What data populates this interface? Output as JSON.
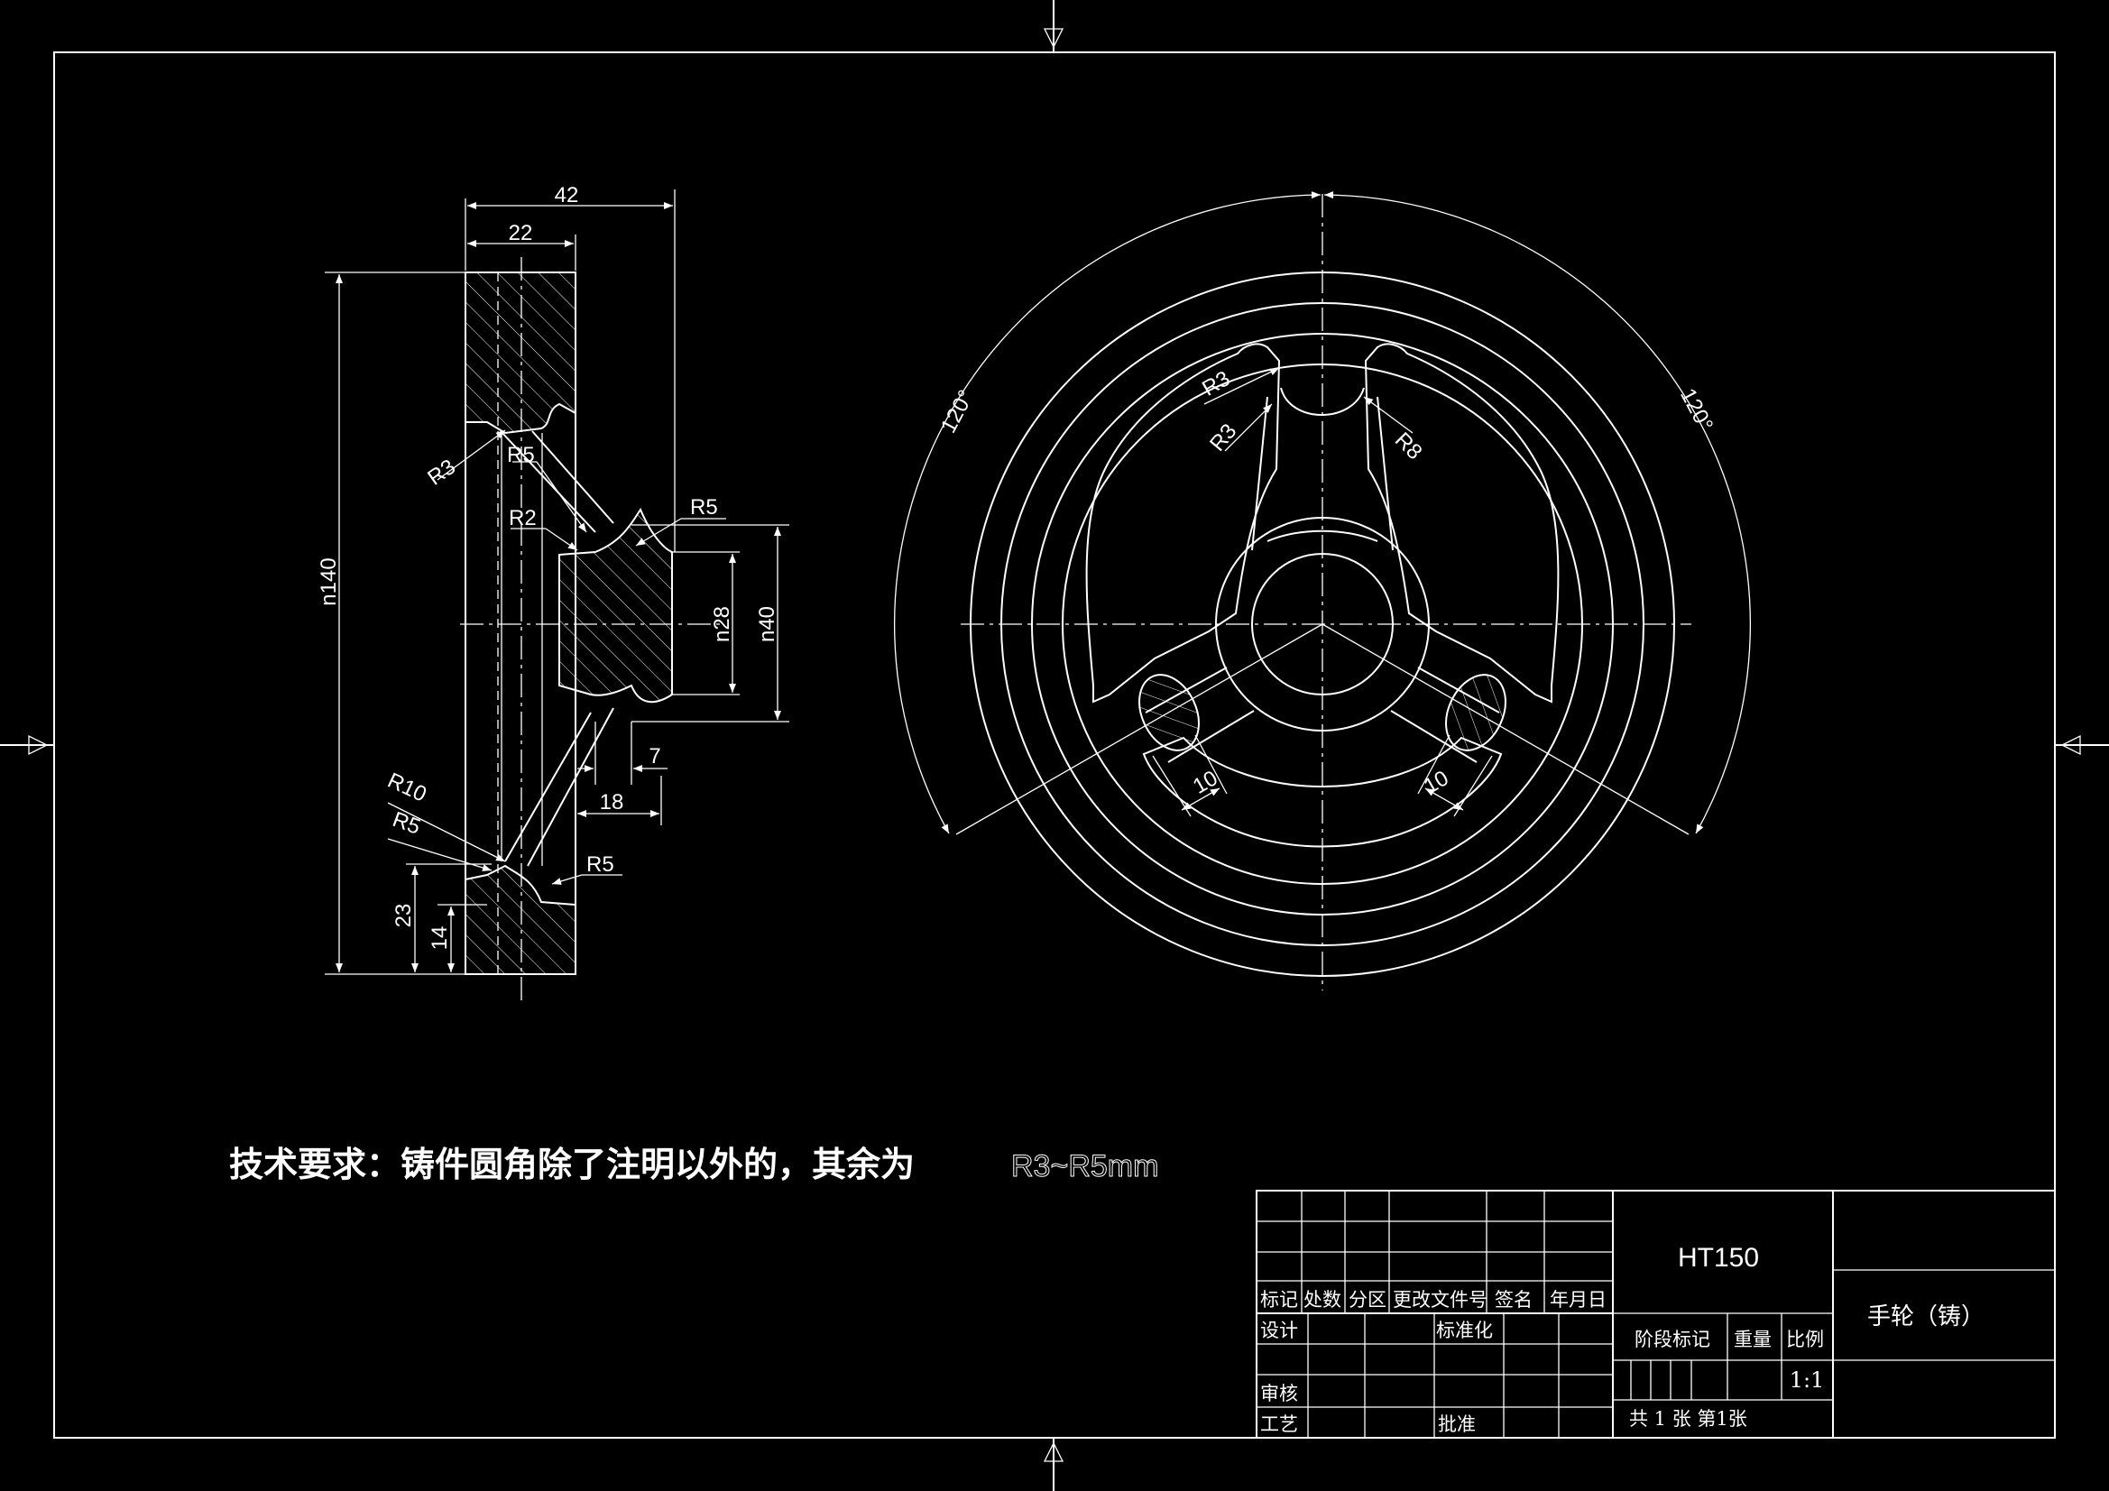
{
  "side_view": {
    "dims": {
      "overall_width": "42",
      "rim_width": "22",
      "outer_diameter": "n140",
      "hub_bore": "n28",
      "hub_outer": "n40",
      "hub_offset": "7",
      "spoke_offset": "18",
      "rim_height": "23",
      "rim_inner": "14"
    },
    "radii": {
      "r3": "R3",
      "r5_top": "R5",
      "r2": "R2",
      "r5_hub": "R5",
      "r10": "R10",
      "r5_rim": "R5",
      "r5_lower": "R5"
    }
  },
  "front_view": {
    "angle_left": "120°",
    "angle_right": "120°",
    "r3_outer": "R3",
    "r3_inner": "R3",
    "r8": "R8",
    "spoke_left": "10",
    "spoke_right": "10"
  },
  "notes": {
    "tech_requirement": "技术要求：铸件圆角除了注明以外的，其余为",
    "tech_value": "R3~R5mm"
  },
  "title_block": {
    "material": "HT150",
    "part_name": "手轮（铸）",
    "hdr_mark": "标记",
    "hdr_count": "处数",
    "hdr_zone": "分区",
    "hdr_docno": "更改文件号",
    "hdr_sign": "签名",
    "hdr_date": "年月日",
    "lbl_design": "设计",
    "lbl_standard": "标准化",
    "lbl_review": "审核",
    "lbl_process": "工艺",
    "lbl_approve": "批准",
    "lbl_stage": "阶段标记",
    "lbl_weight": "重量",
    "lbl_scale": "比例",
    "scale": "1:1",
    "sheets": "共 1 张 第1张"
  }
}
